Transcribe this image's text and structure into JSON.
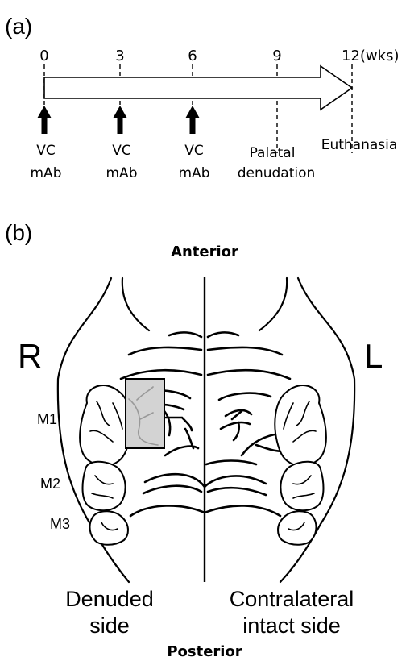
{
  "panel_a": {
    "label": "(a)",
    "ticks": [
      "0",
      "3",
      "6",
      "9",
      "12(wks)"
    ],
    "events": [
      {
        "line1": "VC",
        "line2": "mAb",
        "marker": "arrow-up-icon"
      },
      {
        "line1": "VC",
        "line2": "mAb",
        "marker": "arrow-up-icon"
      },
      {
        "line1": "VC",
        "line2": "mAb",
        "marker": "arrow-up-icon"
      },
      {
        "line1": "Palatal",
        "line2": "denudation",
        "marker": "dashed-line"
      },
      {
        "line1": "Euthanasia",
        "line2": "",
        "marker": "dashed-line"
      }
    ]
  },
  "panel_b": {
    "label": "(b)",
    "anterior": "Anterior",
    "posterior": "Posterior",
    "right": "R",
    "left": "L",
    "molars": [
      "M1",
      "M2",
      "M3"
    ],
    "denuded_line1": "Denuded",
    "denuded_line2": "side",
    "intact_line1": "Contralateral",
    "intact_line2": "intact side",
    "denuded_area_color": "#d3d3d3"
  }
}
